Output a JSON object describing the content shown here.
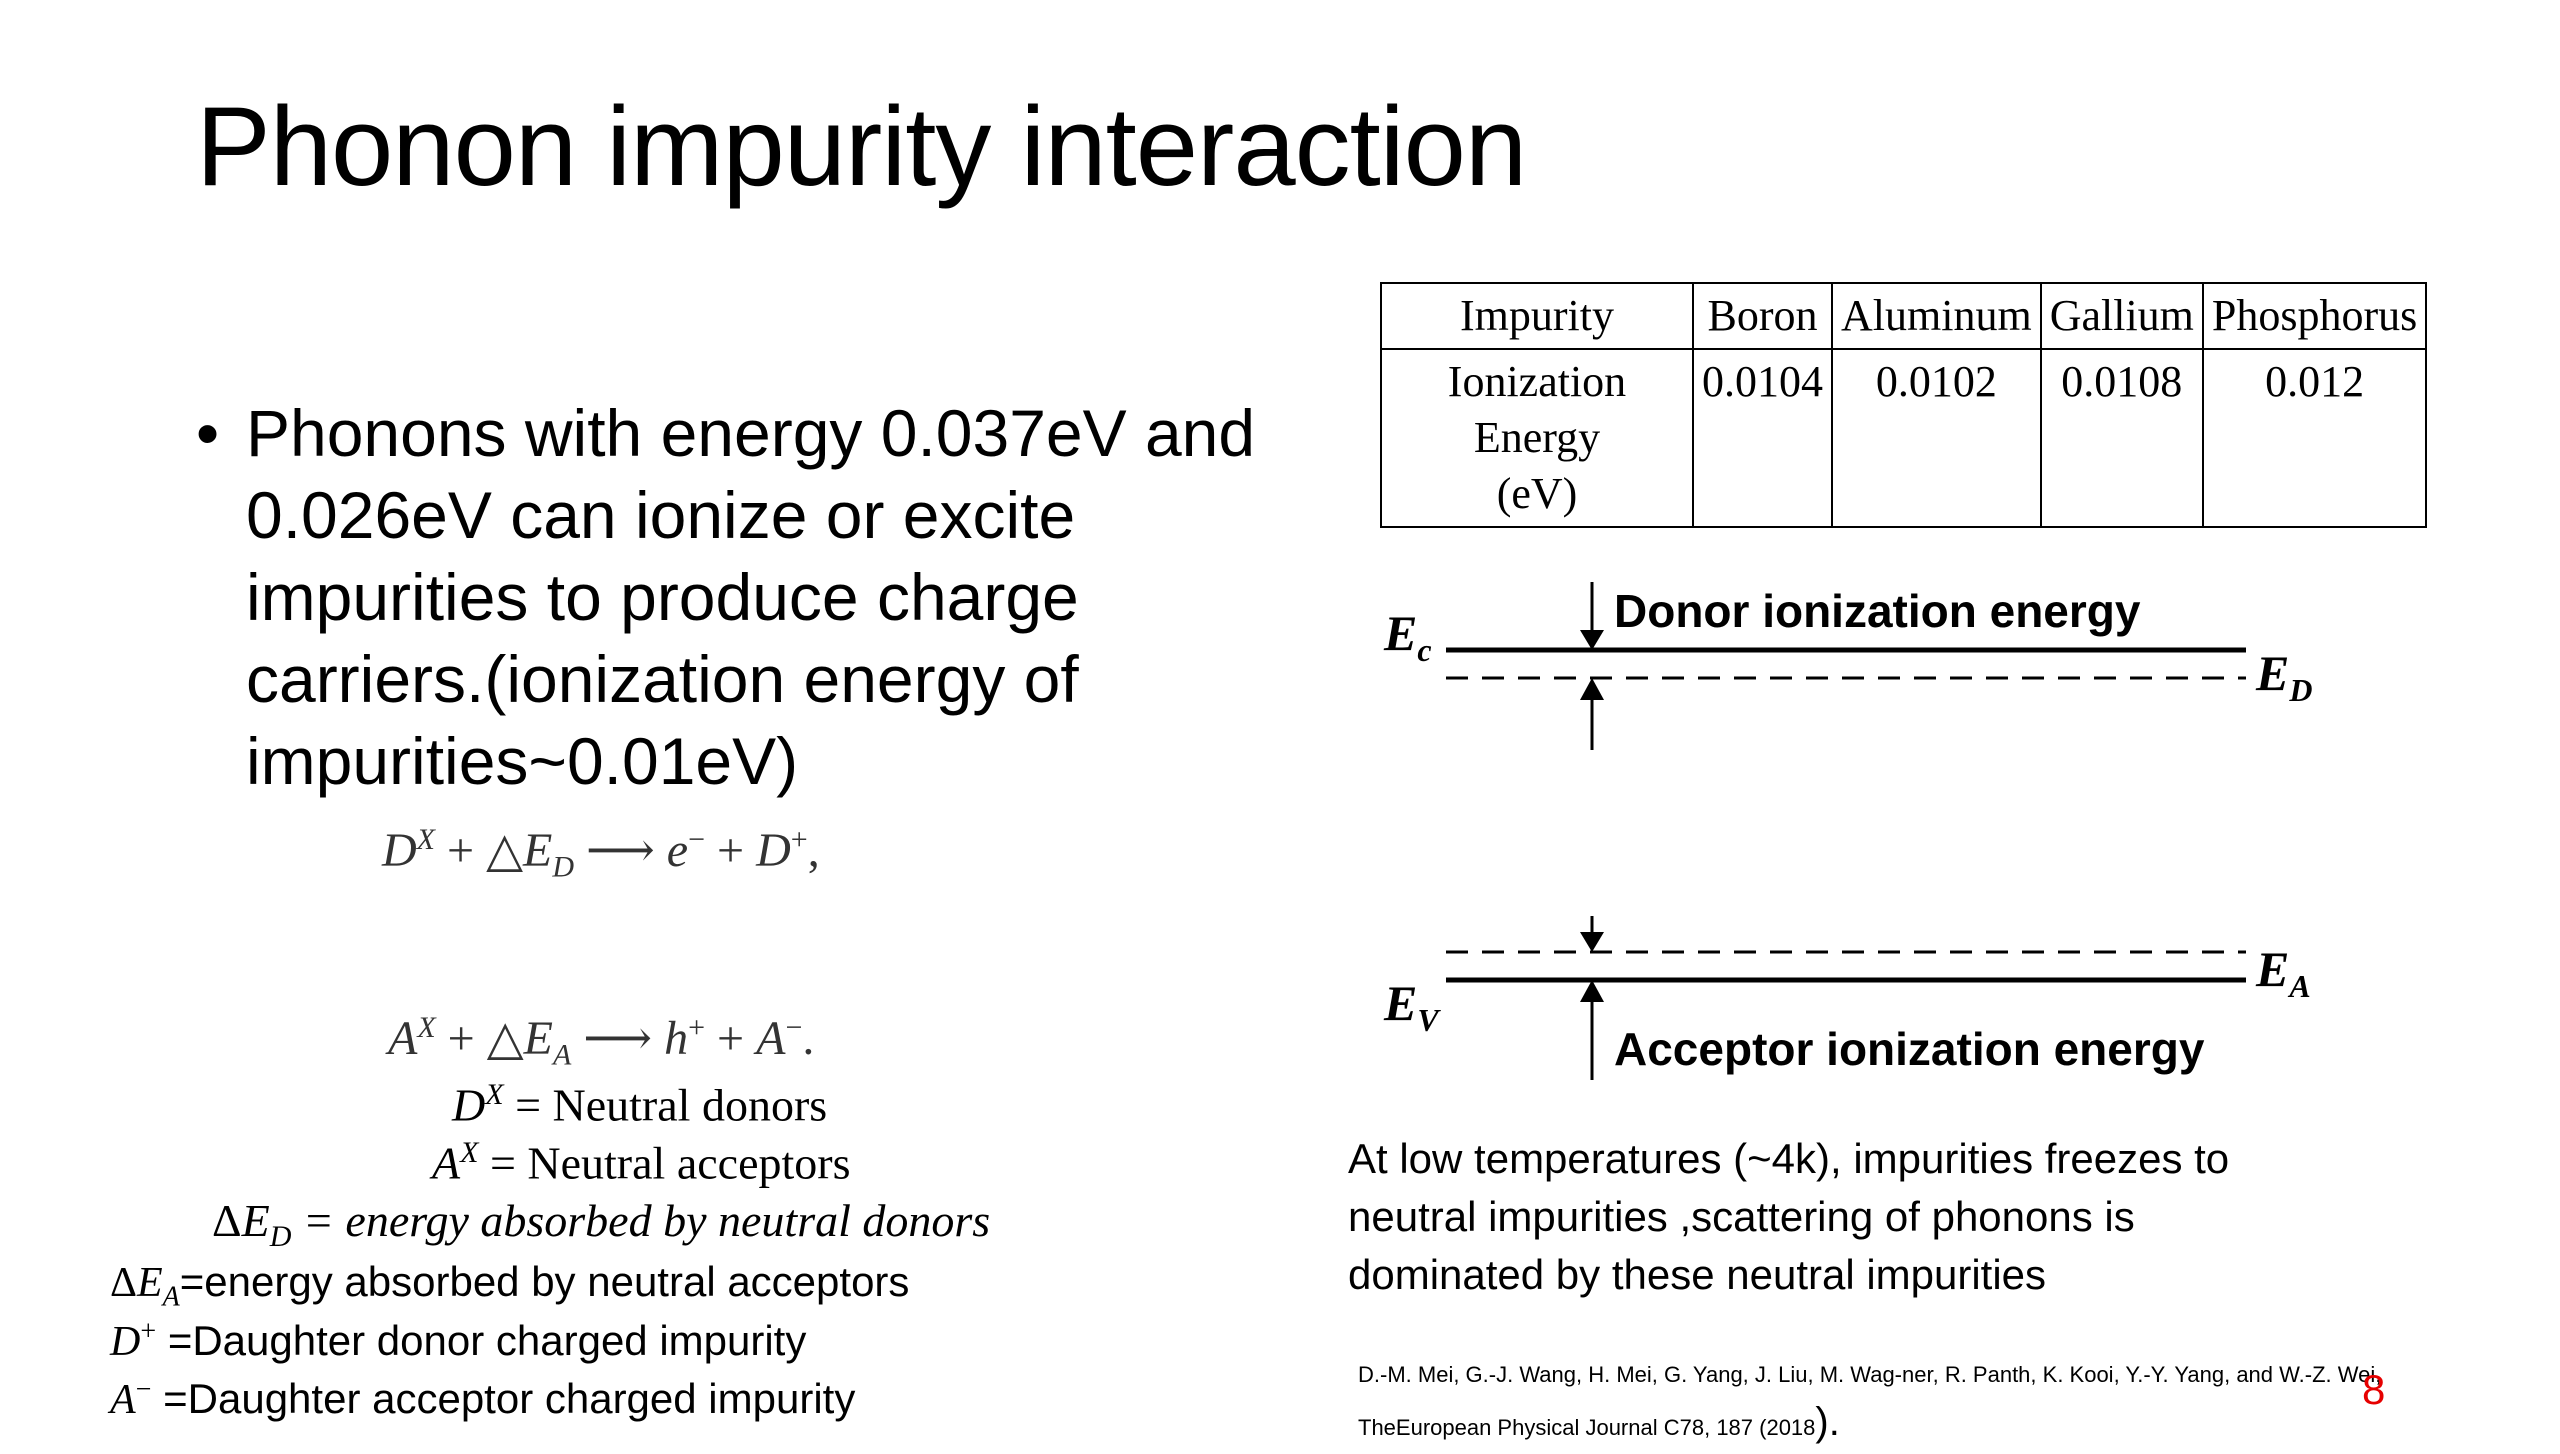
{
  "slide": {
    "title": "Phonon impurity interaction",
    "bullet_symbol": "•",
    "bullet_text": "Phonons with energy 0.037eV and 0.026eV can ionize or excite impurities to produce charge carriers.(ionization energy of impurities~0.01eV)",
    "equation_donor": "D^X + △E_D ⟶ e^− + D^+,",
    "equation_acceptor": "A^X + △E_A ⟶ h^+ + A^−.",
    "def_dx": "= Neutral donors",
    "def_ax": "= Neutral acceptors",
    "def_ed": "= energy absorbed by neutral donors",
    "def_ea": "=energy absorbed by neutral acceptors",
    "def_dplus": "=Daughter donor charged impurity",
    "def_aminus": "=Daughter acceptor charged impurity",
    "table": {
      "header": [
        "Impurity",
        "Boron",
        "Aluminum",
        "Gallium",
        "Phosphorus"
      ],
      "row_label_1": "Ionization Energy",
      "row_label_2": "(eV)",
      "values": [
        "0.0104",
        "0.0102",
        "0.0108",
        "0.012"
      ]
    },
    "diagram": {
      "donor_label": "Donor ionization energy",
      "acceptor_label": "Acceptor ionization energy",
      "ec": "E",
      "ec_sub": "c",
      "ed": "E",
      "ed_sub": "D",
      "ev": "E",
      "ev_sub": "V",
      "ea": "E",
      "ea_sub": "A"
    },
    "note": "At low temperatures (~4k), impurities freezes to neutral impurities ,scattering of phonons is dominated by these neutral impurities",
    "reference_line1": "D.-M. Mei, G.-J. Wang, H. Mei, G. Yang, J. Liu, M. Wag-ner, R. Panth, K. Kooi, Y.-Y. Yang, and W.-Z. Wei,",
    "reference_line2": "TheEuropean Physical Journal C78, 187 (2018",
    "reference_end": ").",
    "page_number": "8"
  }
}
